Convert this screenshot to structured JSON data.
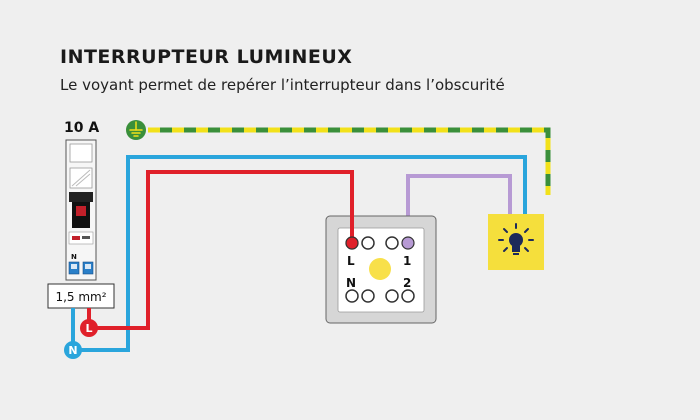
{
  "title": "INTERRUPTEUR LUMINEUX",
  "subtitle": "Le voyant permet de repérer l’interrupteur dans l’obscurité",
  "breaker": {
    "rating": "10 A",
    "terminal_n": "N",
    "cable_section": "1,5 mm²"
  },
  "wires": {
    "earth_colors": [
      "#3a8f3a",
      "#f2e11a"
    ],
    "phase_color": "#e0202a",
    "neutral_color": "#2aa5dc",
    "return_color": "#b79ad4"
  },
  "markers": {
    "phase": "L",
    "neutral": "N"
  },
  "switch": {
    "terminal_l": "L",
    "terminal_n": "N",
    "terminal_1": "1",
    "terminal_2": "2",
    "indicator_color": "#f8e04a"
  },
  "lamp": {
    "box_color": "#f5df3c"
  },
  "icons": {
    "earth": "earth-ground-icon",
    "bulb": "light-bulb-icon"
  }
}
